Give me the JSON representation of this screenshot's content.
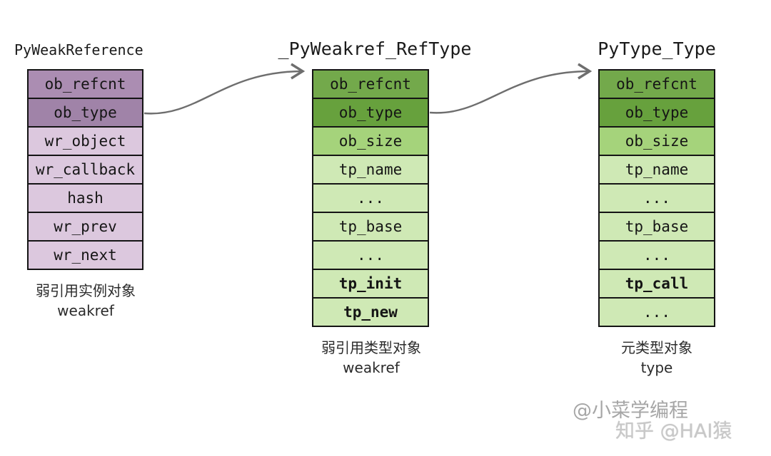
{
  "diagram": {
    "tables": [
      {
        "title": "PyWeakReference",
        "rows": [
          "ob_refcnt",
          "ob_type",
          "wr_object",
          "wr_callback",
          "hash",
          "wr_prev",
          "wr_next"
        ],
        "caption_line1": "弱引用实例对象",
        "caption_line2": "weakref"
      },
      {
        "title": "_PyWeakref_RefType",
        "rows": [
          "ob_refcnt",
          "ob_type",
          "ob_size",
          "tp_name",
          "...",
          "tp_base",
          "...",
          "tp_init",
          "tp_new"
        ],
        "caption_line1": "弱引用类型对象",
        "caption_line2": "weakref"
      },
      {
        "title": "PyType_Type",
        "rows": [
          "ob_refcnt",
          "ob_type",
          "ob_size",
          "tp_name",
          "...",
          "tp_base",
          "...",
          "tp_call",
          "..."
        ],
        "caption_line1": "元类型对象",
        "caption_line2": "type"
      }
    ],
    "arrows": [
      {
        "from": "PyWeakReference.ob_type",
        "to": "_PyWeakref_RefType"
      },
      {
        "from": "_PyWeakref_RefType.ob_type",
        "to": "PyType_Type"
      }
    ],
    "colors": {
      "purple_dark_top": "#ab8db2",
      "purple_dark_second": "#a083a8",
      "purple_light": "#dcc8de",
      "green_dark_top": "#73a94b",
      "green_dark_second": "#67a13d",
      "green_mid": "#a5d37b",
      "green_light": "#cfe9b5",
      "border": "#141414",
      "arrow": "#6e6e6e"
    },
    "watermarks": {
      "line1": "@小菜学编程",
      "line2": "知乎 @HAI猿"
    }
  }
}
